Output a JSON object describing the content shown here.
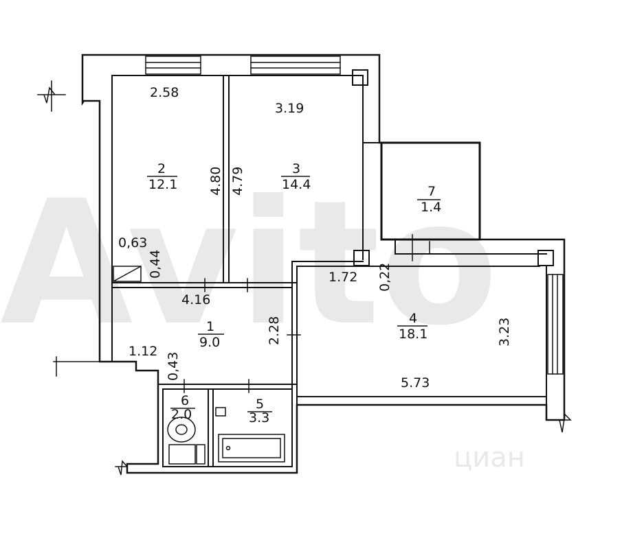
{
  "watermark": {
    "primary": "Avito",
    "secondary": "циан"
  },
  "rooms": [
    {
      "number": "2",
      "area": "12.1"
    },
    {
      "number": "3",
      "area": "14.4"
    },
    {
      "number": "7",
      "area": "1.4"
    },
    {
      "number": "1",
      "area": "9.0"
    },
    {
      "number": "4",
      "area": "18.1"
    },
    {
      "number": "6",
      "area": "2.0"
    },
    {
      "number": "5",
      "area": "3.3"
    }
  ],
  "dimensions": {
    "d_2_58": "2.58",
    "d_3_19": "3.19",
    "d_4_80": "4.80",
    "d_4_79": "4.79",
    "d_0_63": "0,63",
    "d_0_44": "0,44",
    "d_1_72": "1.72",
    "d_0_22": "0,22",
    "d_4_16": "4.16",
    "d_2_28": "2.28",
    "d_3_23": "3.23",
    "d_1_12": "1.12",
    "d_0_43": "0,43",
    "d_5_73": "5.73"
  }
}
